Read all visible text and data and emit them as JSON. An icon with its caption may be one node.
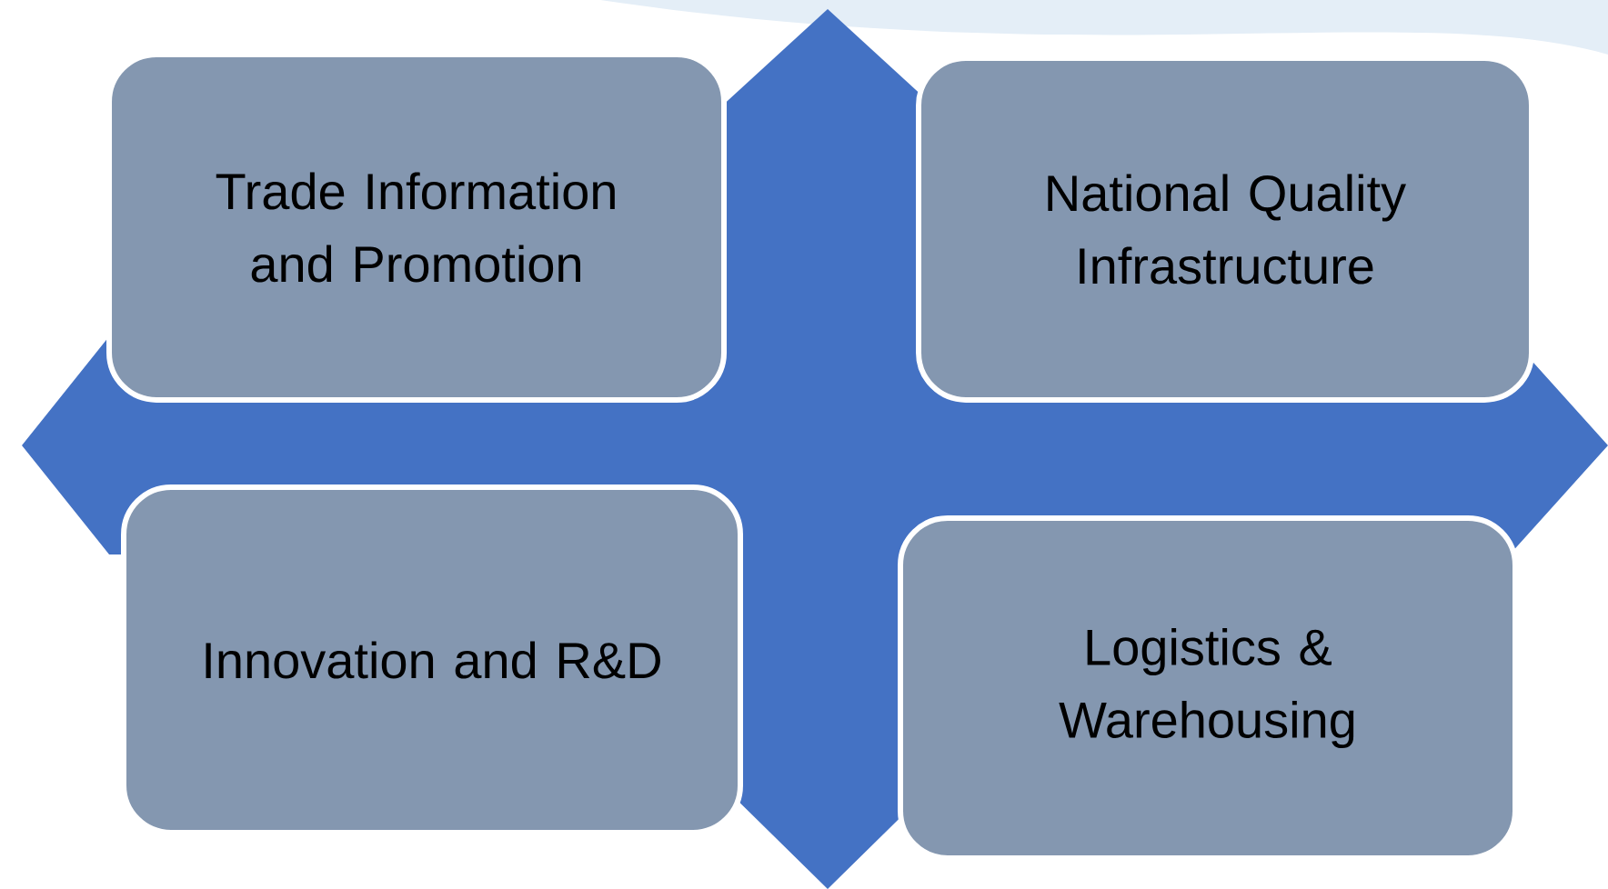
{
  "diagram": {
    "nodes": [
      {
        "text": [
          "Trade Information and Promotion"
        ]
      },
      {
        "text": [
          "National Quality Infrastructure"
        ]
      },
      {
        "text": [
          "Innovation and R&D"
        ]
      },
      {
        "text": [
          "Logistics & Warehousing"
        ]
      }
    ]
  }
}
